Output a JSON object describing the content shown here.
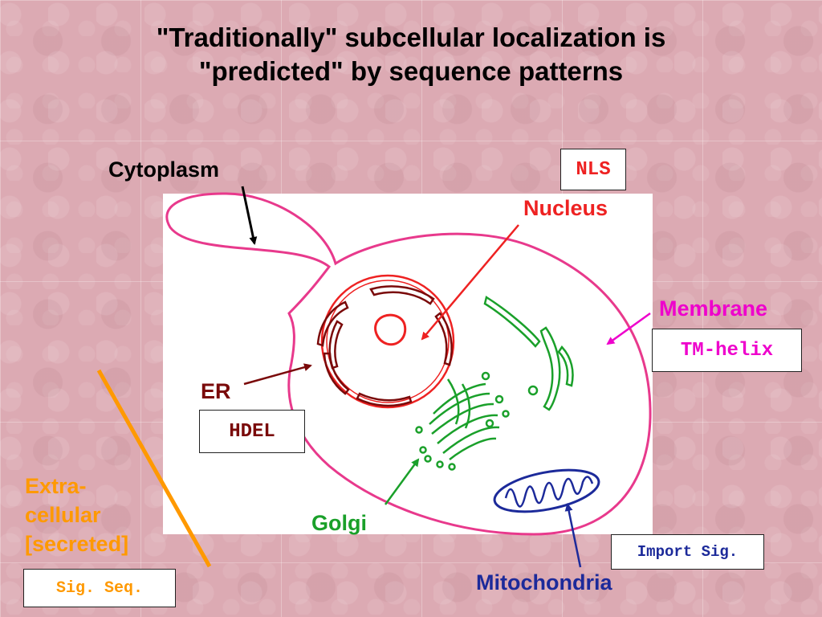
{
  "title": {
    "line1": "\"Traditionally\" subcellular localization is",
    "line2": "\"predicted\" by sequence patterns"
  },
  "labels": {
    "cytoplasm": "Cytoplasm",
    "nucleus": "Nucleus",
    "membrane": "Membrane",
    "er": "ER",
    "golgi": "Golgi",
    "mitochondria": "Mitochondria",
    "extracellular_1": "Extra-",
    "extracellular_2": "cellular",
    "extracellular_3": "[secreted]"
  },
  "signals": {
    "nls": "NLS",
    "tm_helix": "TM-helix",
    "hdel": "HDEL",
    "import_sig": "Import Sig.",
    "sig_seq": "Sig. Seq."
  },
  "colors": {
    "cytoplasm": "#000000",
    "nucleus": "#ee2222",
    "membrane": "#ee00cc",
    "er": "#7a0a0a",
    "golgi": "#1aa02a",
    "mitochondria": "#1c2a9a",
    "extracellular": "#ff9900",
    "cell_outline": "#e8398c"
  }
}
